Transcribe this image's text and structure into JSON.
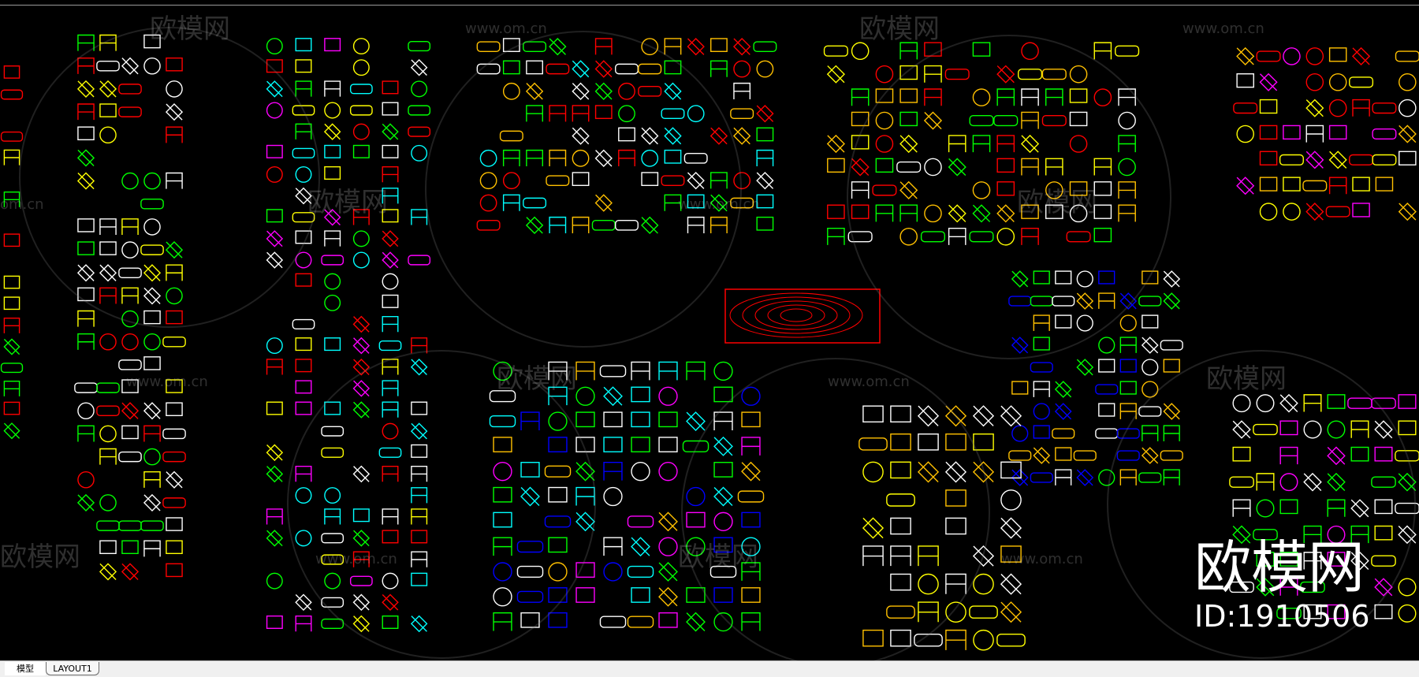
{
  "watermarks": {
    "brand": "欧模网",
    "site": "www.om.cn",
    "site_partial": "om.cn",
    "big_brand": "欧模网",
    "big_id": "ID:1910506"
  },
  "tabs": [
    {
      "label": "模型",
      "active": true
    },
    {
      "label": "LAYOUT1",
      "active": false
    }
  ],
  "colors": {
    "background": "#000000",
    "cad_palette": [
      "#ffffff",
      "#00ff00",
      "#ffff00",
      "#00ffff",
      "#ff00ff",
      "#ff0000",
      "#0000ff",
      "#ffc000"
    ]
  }
}
